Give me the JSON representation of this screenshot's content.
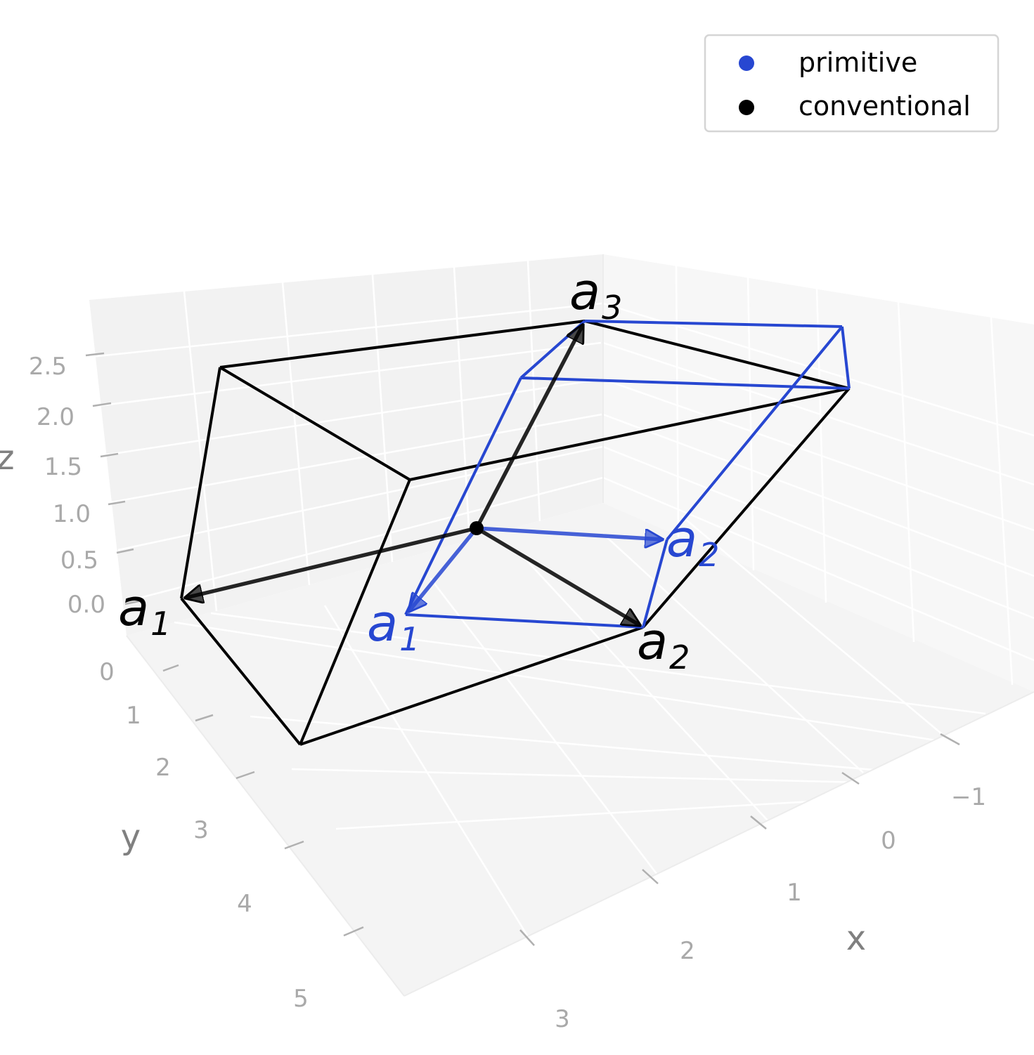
{
  "axes": {
    "x_label": "x",
    "y_label": "y",
    "z_label": "z",
    "x_ticks": [
      "−1",
      "0",
      "1",
      "2",
      "3"
    ],
    "y_ticks": [
      "0",
      "1",
      "2",
      "3",
      "4",
      "5"
    ],
    "z_ticks": [
      "0.0",
      "0.5",
      "1.0",
      "1.5",
      "2.0",
      "2.5"
    ]
  },
  "legend": {
    "items": [
      {
        "label": "primitive",
        "color": "#2747d1"
      },
      {
        "label": "conventional",
        "color": "#000000"
      }
    ]
  },
  "vectors": {
    "conventional": [
      {
        "name": "a",
        "sub": "1"
      },
      {
        "name": "a",
        "sub": "2"
      },
      {
        "name": "a",
        "sub": "3"
      }
    ],
    "primitive": [
      {
        "name": "a",
        "sub": "1"
      },
      {
        "name": "a",
        "sub": "2"
      }
    ]
  },
  "colors": {
    "primitive": "#2747d1",
    "conventional": "#000000",
    "pane_left": "#f2f2f2",
    "pane_right": "#f7f7f7",
    "pane_floor": "#f4f4f4",
    "tick_text": "#a9a9a9",
    "axis_label": "#808080"
  }
}
